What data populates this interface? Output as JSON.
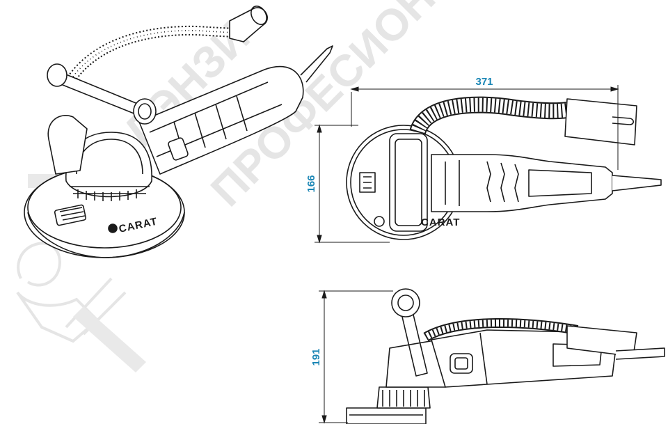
{
  "colors": {
    "line": "#1a1a1a",
    "dimension": "#1a86b5",
    "watermark": "#d2d2d2"
  },
  "dimensions": {
    "length": "371",
    "width": "166",
    "height": "191"
  },
  "brand": "CARAT",
  "watermark": {
    "line1": "ЛЭНЗИ",
    "line2": "ПРОФЕСИОН"
  }
}
